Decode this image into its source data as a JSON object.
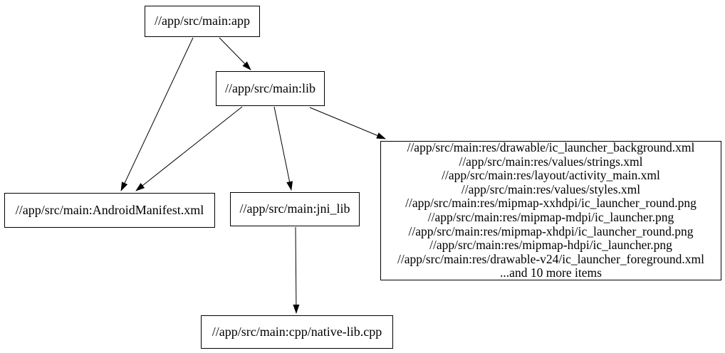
{
  "graph": {
    "background": "#ffffff",
    "node_border_color": "#000000",
    "edge_color": "#000000",
    "text_color": "#000000",
    "nodes": {
      "app": {
        "label": "//app/src/main:app"
      },
      "lib": {
        "label": "//app/src/main:lib"
      },
      "manifest": {
        "label": "//app/src/main:AndroidManifest.xml"
      },
      "jni_lib": {
        "label": "//app/src/main:jni_lib"
      },
      "native_lib": {
        "label": "//app/src/main:cpp/native-lib.cpp"
      },
      "resources": {
        "lines": [
          "//app/src/main:res/drawable/ic_launcher_background.xml",
          "//app/src/main:res/values/strings.xml",
          "//app/src/main:res/layout/activity_main.xml",
          "//app/src/main:res/values/styles.xml",
          "//app/src/main:res/mipmap-xxhdpi/ic_launcher_round.png",
          "//app/src/main:res/mipmap-mdpi/ic_launcher.png",
          "//app/src/main:res/mipmap-xhdpi/ic_launcher_round.png",
          "//app/src/main:res/mipmap-hdpi/ic_launcher.png",
          "//app/src/main:res/drawable-v24/ic_launcher_foreground.xml",
          "...and 10 more items"
        ]
      }
    },
    "edges": [
      {
        "from": "app",
        "to": "manifest"
      },
      {
        "from": "app",
        "to": "lib"
      },
      {
        "from": "lib",
        "to": "manifest"
      },
      {
        "from": "lib",
        "to": "jni_lib"
      },
      {
        "from": "lib",
        "to": "resources"
      },
      {
        "from": "jni_lib",
        "to": "native_lib"
      }
    ]
  }
}
